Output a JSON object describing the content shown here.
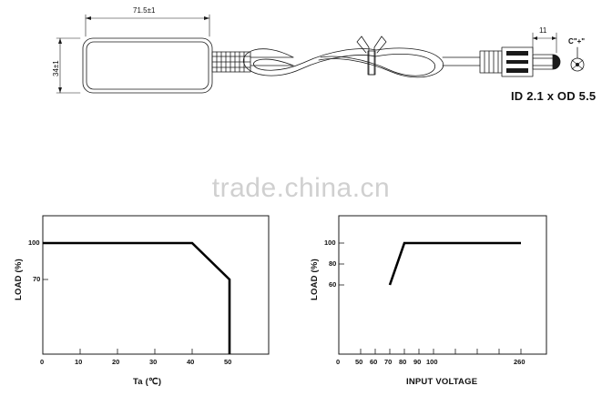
{
  "watermark": {
    "text": "trade.china.cn"
  },
  "product_drawing": {
    "title": "AC/DC power adapter outline drawing",
    "dimensions": {
      "body_width": "71.5±1",
      "body_height": "34±1",
      "plug_length": "11"
    },
    "connector_spec": "ID 2.1 x OD 5.5",
    "polarity_symbol_text": "C\"+\"",
    "labels": {
      "adapter_body": "adapter-body",
      "strain_relief": "strain-relief",
      "cable": "coiled-cable",
      "cable_tie": "cable-tie",
      "dc_plug": "dc-barrel-plug"
    }
  },
  "chart_data": [
    {
      "type": "line",
      "name": "derating-temperature",
      "title": "",
      "xlabel": "Ta (℃)",
      "ylabel": "LOAD (%)",
      "x": [
        0,
        40,
        50,
        50
      ],
      "values": [
        100,
        100,
        70,
        0
      ],
      "xticks": [
        0,
        10,
        20,
        30,
        40,
        50
      ],
      "xtick_labels": [
        "0",
        "10",
        "20",
        "30",
        "40",
        "50"
      ],
      "yticks": [
        100,
        70
      ],
      "ytick_labels": [
        "100",
        "70"
      ],
      "xlim": [
        0,
        60
      ],
      "ylim": [
        0,
        120
      ],
      "grid": false,
      "legend": "none"
    },
    {
      "type": "line",
      "name": "derating-input-voltage",
      "title": "",
      "xlabel": "INPUT VOLTAGE",
      "ylabel": "LOAD (%)",
      "x": [
        70,
        80,
        260
      ],
      "values": [
        60,
        100,
        100
      ],
      "xticks": [
        0,
        50,
        60,
        70,
        80,
        90,
        100,
        260
      ],
      "xtick_labels": [
        "0",
        "50",
        "60",
        "70",
        "80",
        "90",
        "100",
        "260"
      ],
      "yticks": [
        100,
        80,
        60
      ],
      "ytick_labels": [
        "100",
        "80",
        "60"
      ],
      "xlim": [
        0,
        290
      ],
      "ylim": [
        0,
        120
      ],
      "grid": false,
      "legend": "none"
    }
  ]
}
